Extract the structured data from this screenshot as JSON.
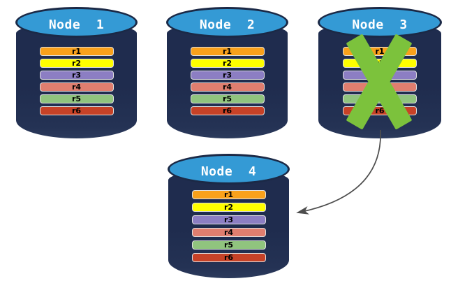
{
  "diagram": {
    "nodes": [
      {
        "label": "Node  1",
        "status": "ok",
        "rows": [
          {
            "label": "r1",
            "color": "#F9A11B"
          },
          {
            "label": "r2",
            "color": "#FFFF00"
          },
          {
            "label": "r3",
            "color": "#8C7EC3"
          },
          {
            "label": "r4",
            "color": "#E07E6F"
          },
          {
            "label": "r5",
            "color": "#90C47E"
          },
          {
            "label": "r6",
            "color": "#C74227"
          }
        ]
      },
      {
        "label": "Node  2",
        "status": "ok",
        "rows": [
          {
            "label": "r1",
            "color": "#F9A11B"
          },
          {
            "label": "r2",
            "color": "#FFFF00"
          },
          {
            "label": "r3",
            "color": "#8C7EC3"
          },
          {
            "label": "r4",
            "color": "#E07E6F"
          },
          {
            "label": "r5",
            "color": "#90C47E"
          },
          {
            "label": "r6",
            "color": "#C74227"
          }
        ]
      },
      {
        "label": "Node  3",
        "status": "failed",
        "rows": [
          {
            "label": "r1",
            "color": "#F9A11B"
          },
          {
            "label": "r2",
            "color": "#FFFF00"
          },
          {
            "label": "r3",
            "color": "#8C7EC3"
          },
          {
            "label": "r4",
            "color": "#E07E6F"
          },
          {
            "label": "r5",
            "color": "#90C47E"
          },
          {
            "label": "r6",
            "color": "#C74227"
          }
        ]
      },
      {
        "label": "Node  4",
        "status": "ok",
        "rows": [
          {
            "label": "r1",
            "color": "#F9A11B"
          },
          {
            "label": "r2",
            "color": "#FFFF00"
          },
          {
            "label": "r3",
            "color": "#8C7EC3"
          },
          {
            "label": "r4",
            "color": "#E07E6F"
          },
          {
            "label": "r5",
            "color": "#90C47E"
          },
          {
            "label": "r6",
            "color": "#C74227"
          }
        ]
      }
    ],
    "failure_marker": {
      "on_node": "Node  3",
      "icon": "x-cross-icon",
      "color": "#7CC23C"
    },
    "arrow": {
      "from": "Node  3",
      "to": "Node  4",
      "color": "#4D4D4D"
    },
    "colors": {
      "background": "#FFFFFF",
      "cylinder_body": "#1F2C4E",
      "cylinder_top": "#349AD5",
      "cylinder_outline": "#1B2946",
      "row_border": "#E0E0E0",
      "row_text": "#000000",
      "node_label_text": "#FFFFFF"
    }
  }
}
